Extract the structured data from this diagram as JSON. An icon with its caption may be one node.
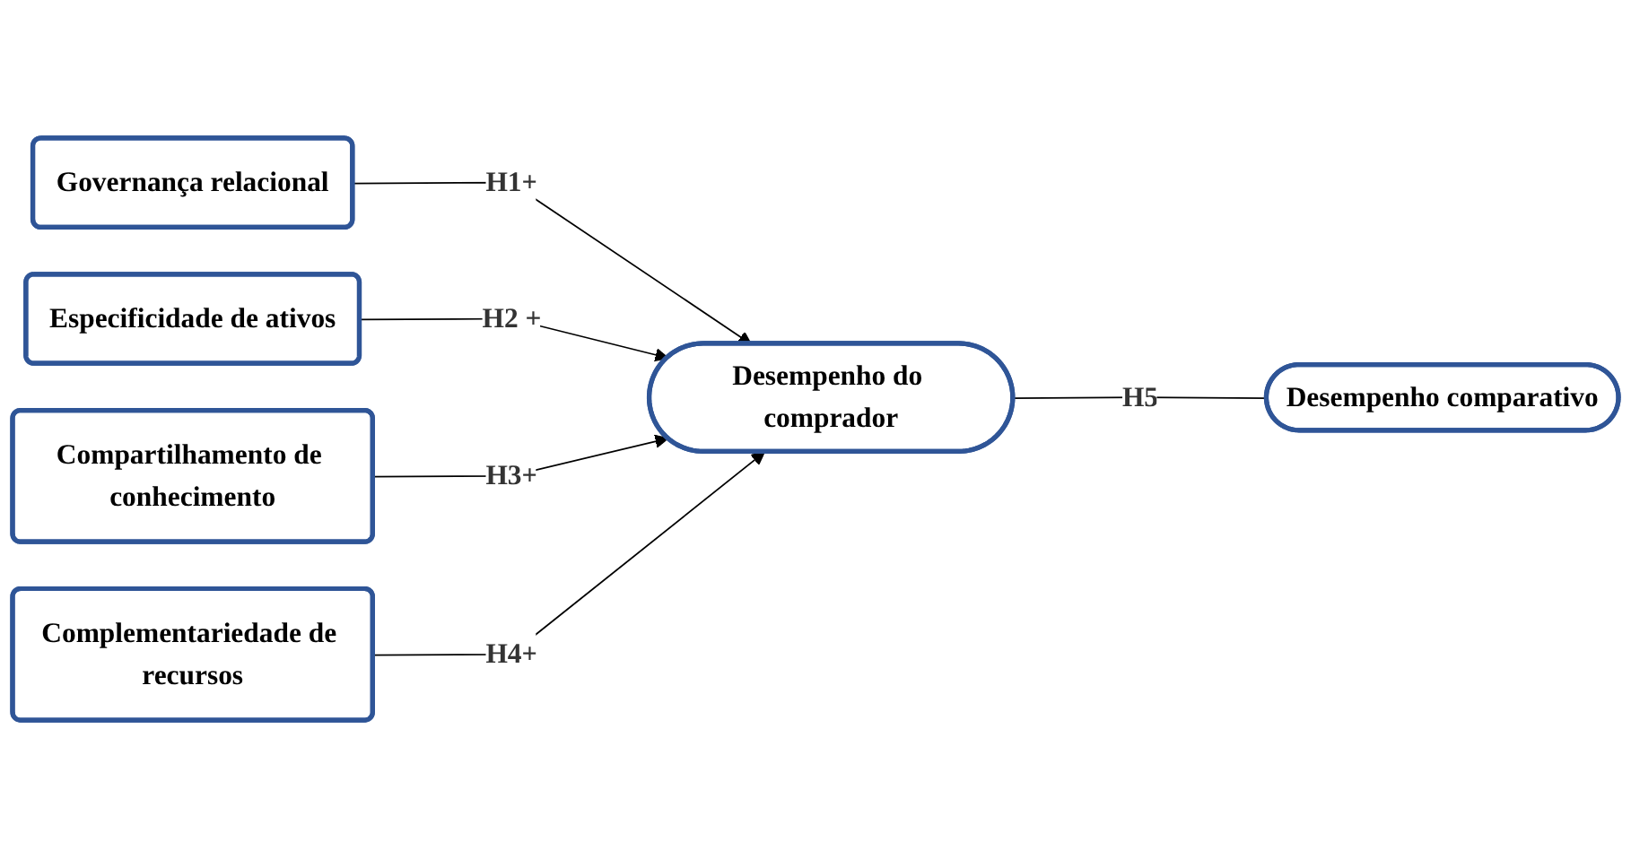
{
  "diagram": {
    "nodes": [
      {
        "text": [
          "Governança relacional"
        ]
      },
      {
        "text": [
          "Especificidade de ativos"
        ]
      },
      {
        "text": [
          "Compartilhamento de conhecimento"
        ]
      },
      {
        "text": [
          "Complementariedade de recursos"
        ]
      },
      {
        "text": [
          "Desempenho do comprador"
        ]
      },
      {
        "text": [
          "Desempenho comparativo"
        ]
      }
    ],
    "edges": [
      {
        "from": 0,
        "to": 4,
        "arrow": "to",
        "label": "H1+"
      },
      {
        "from": 1,
        "to": 4,
        "arrow": "to",
        "label": "H2 +"
      },
      {
        "from": 2,
        "to": 4,
        "arrow": "to",
        "label": "H3+"
      },
      {
        "from": 3,
        "to": 4,
        "arrow": "to",
        "label": "H4+"
      },
      {
        "from": 4,
        "to": 5,
        "arrow": "none",
        "label": "H5"
      }
    ]
  }
}
